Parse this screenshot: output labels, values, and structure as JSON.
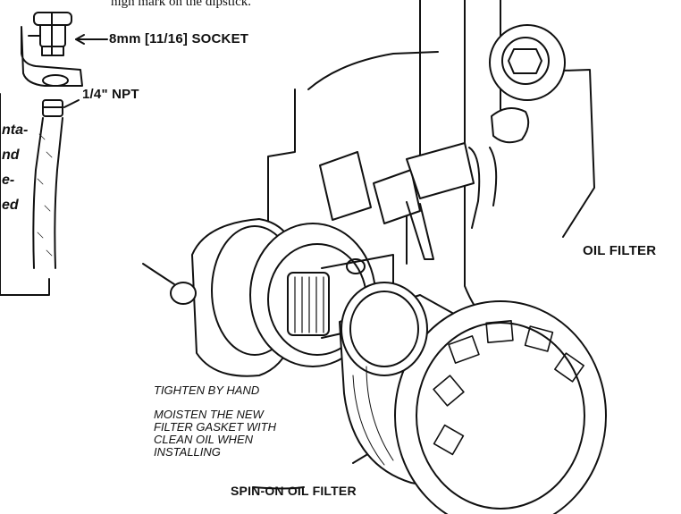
{
  "labels": {
    "top_text": "high mark on the dipstick.",
    "socket": "8mm [11/16] SOCKET",
    "npt": "1/4\" NPT",
    "oil_filter": "OIL FILTER",
    "tighten": "TIGHTEN BY HAND",
    "moisten": [
      "MOISTEN THE NEW",
      "FILTER GASKET WITH",
      "CLEAN OIL WHEN",
      "INSTALLING"
    ],
    "spin_on": "SPIN-ON OIL FILTER",
    "side_fragments": [
      "nta-",
      "nd",
      "e-",
      "ed"
    ]
  },
  "colors": {
    "ink": "#111111",
    "background": "#ffffff"
  }
}
